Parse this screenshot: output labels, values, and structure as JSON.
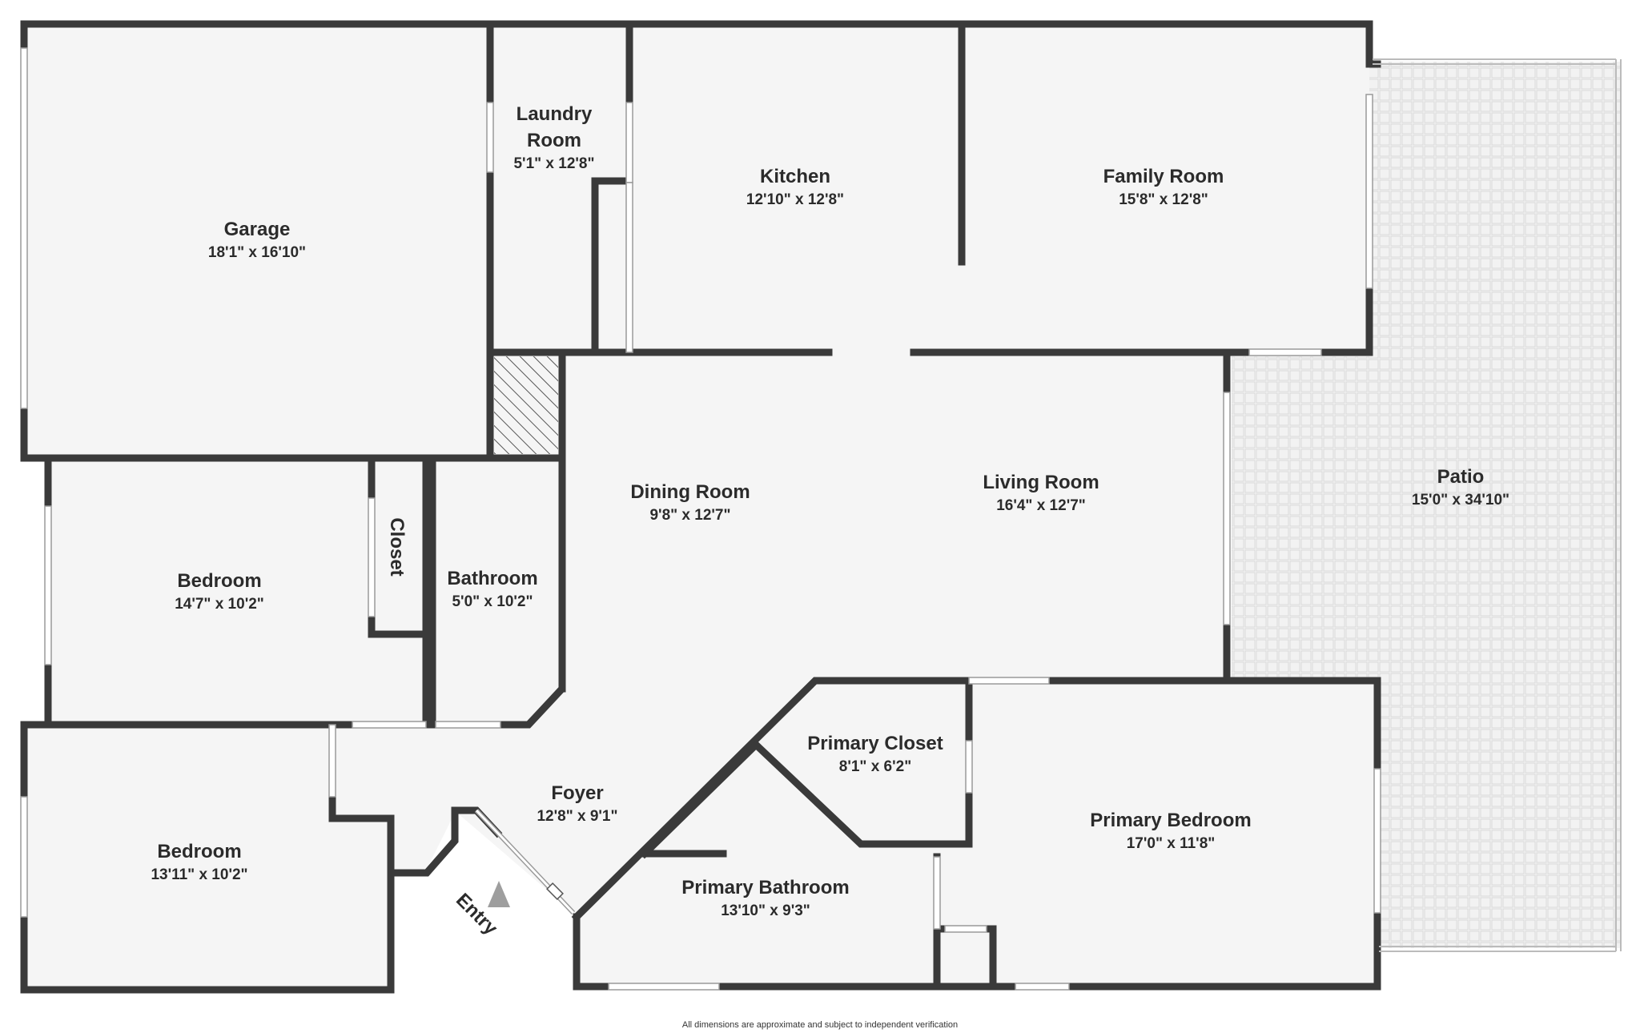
{
  "rooms": {
    "garage": {
      "name": "Garage",
      "dim": "18'1\" x 16'10\""
    },
    "laundry": {
      "name_line1": "Laundry",
      "name_line2": "Room",
      "dim": "5'1\" x 12'8\""
    },
    "kitchen": {
      "name": "Kitchen",
      "dim": "12'10\" x 12'8\""
    },
    "family_room": {
      "name": "Family Room",
      "dim": "15'8\" x 12'8\""
    },
    "patio": {
      "name": "Patio",
      "dim": "15'0\" x 34'10\""
    },
    "dining_room": {
      "name": "Dining Room",
      "dim": "9'8\" x 12'7\""
    },
    "living_room": {
      "name": "Living Room",
      "dim": "16'4\" x 12'7\""
    },
    "bedroom_1": {
      "name": "Bedroom",
      "dim": "14'7\" x 10'2\""
    },
    "closet": {
      "name": "Closet"
    },
    "bathroom": {
      "name": "Bathroom",
      "dim": "5'0\" x 10'2\""
    },
    "primary_closet": {
      "name": "Primary Closet",
      "dim": "8'1\" x 6'2\""
    },
    "foyer": {
      "name": "Foyer",
      "dim": "12'8\" x 9'1\""
    },
    "primary_bedroom": {
      "name": "Primary Bedroom",
      "dim": "17'0\" x 11'8\""
    },
    "bedroom_2": {
      "name": "Bedroom",
      "dim": "13'11\" x 10'2\""
    },
    "primary_bathroom": {
      "name": "Primary Bathroom",
      "dim": "13'10\" x 9'3\""
    }
  },
  "entry_label": "Entry",
  "footnote": "All dimensions are approximate and subject to independent verification",
  "colors": {
    "wall": "#3a3a3a",
    "floor": "#f5f5f5",
    "patio": "#ececec",
    "text": "#2b2b2b"
  }
}
